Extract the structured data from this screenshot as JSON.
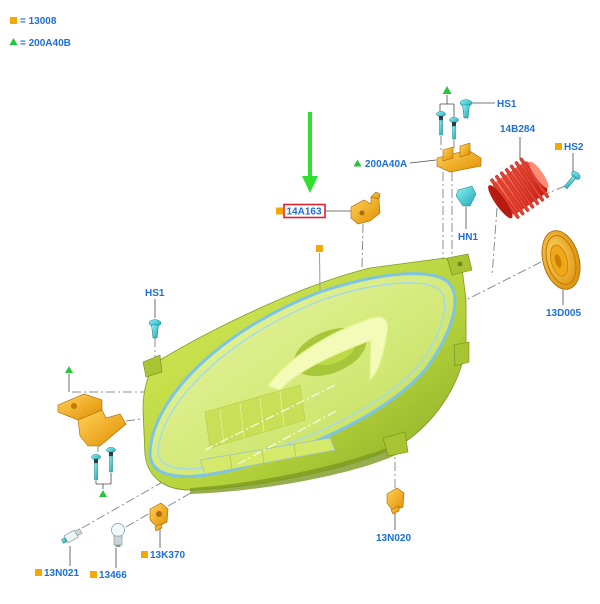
{
  "legend": {
    "items": [
      {
        "icon": "orange-square-icon",
        "color": "#f5a800",
        "text": "= 13008"
      },
      {
        "icon": "green-triangle-icon",
        "color": "#22c83a",
        "text": "= 200A40B"
      }
    ]
  },
  "indicator": {
    "icon": "green-down-arrow-icon",
    "color": "#2fe02f"
  },
  "callouts": {
    "hs1_top": {
      "label": "HS1"
    },
    "p14b284": {
      "label": "14B284"
    },
    "hs2": {
      "label": "HS2",
      "marker": "orange-square-icon"
    },
    "p200a40a": {
      "label": "200A40A",
      "marker": "green-triangle-icon"
    },
    "p14a163": {
      "label": "14A163",
      "marker": "orange-square-icon",
      "highlighted": true
    },
    "hn1": {
      "label": "HN1"
    },
    "p13d005": {
      "label": "13D005"
    },
    "hs1_left": {
      "label": "HS1"
    },
    "p13n020": {
      "label": "13N020"
    },
    "p13k370": {
      "label": "13K370",
      "marker": "orange-square-icon"
    },
    "p13n021": {
      "label": "13N021",
      "marker": "orange-square-icon"
    },
    "p13466": {
      "label": "13466",
      "marker": "orange-square-icon"
    }
  },
  "standalone_markers": [
    {
      "icon": "green-triangle-icon"
    },
    {
      "icon": "orange-square-icon"
    },
    {
      "icon": "green-triangle-icon"
    },
    {
      "icon": "green-triangle-icon"
    }
  ],
  "colors": {
    "label_text": "#1c6fd8",
    "highlight_box": "#e0202a",
    "arrow": "#2fe02f",
    "marker_orange": "#f5a800",
    "marker_green": "#22c83a",
    "part_orange": "#f5a800",
    "part_cyan": "#3cc8d4",
    "part_red": "#e8392a",
    "housing": "#b8d63a",
    "lens_outline": "#7ec4e6"
  }
}
